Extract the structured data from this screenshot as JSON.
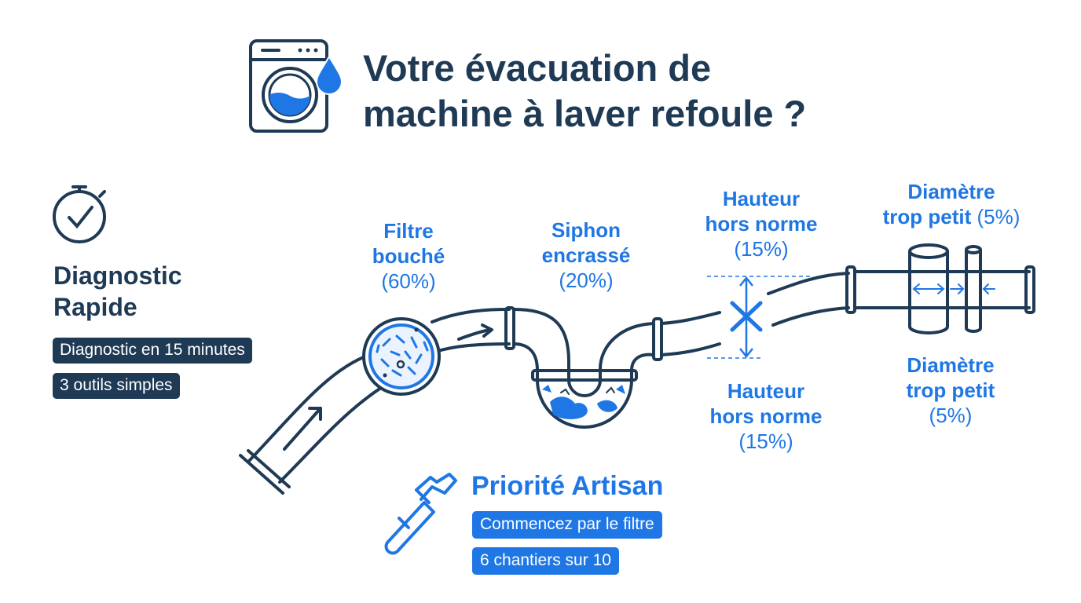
{
  "header": {
    "title_line1": "Votre évacuation de",
    "title_line2": "machine à laver refoule ?"
  },
  "diagnostic": {
    "title_line1": "Diagnostic",
    "title_line2": "Rapide",
    "badges": [
      "Diagnostic en 15 minutes",
      "3 outils simples"
    ]
  },
  "causes": [
    {
      "name_line1": "Filtre",
      "name_line2": "bouché",
      "share": "(60%)"
    },
    {
      "name_line1": "Siphon",
      "name_line2": "encrassé",
      "share": "(20%)"
    },
    {
      "name_line1": "Hauteur",
      "name_line2": "hors norme",
      "share": "(15%)"
    },
    {
      "name_line1": "Diamètre",
      "name_line2": "trop petit",
      "share": "(5%)"
    },
    {
      "name_line1": "Hauteur",
      "name_line2": "hors norme",
      "share": "(15%)"
    },
    {
      "name_line1": "Diamètre",
      "name_line2": "trop petit",
      "share": "(5%)"
    }
  ],
  "priority": {
    "title": "Priorité Artisan",
    "badges": [
      "Commencez par le filtre",
      "6 chantiers sur 10"
    ]
  },
  "colors": {
    "navy": "#1f3a55",
    "blue": "#1f77e6"
  },
  "icons": [
    "washing-machine-icon",
    "water-drop-icon",
    "stopwatch-icon",
    "pipe-wrench-icon",
    "clogged-filter-icon",
    "height-cross-icon"
  ]
}
